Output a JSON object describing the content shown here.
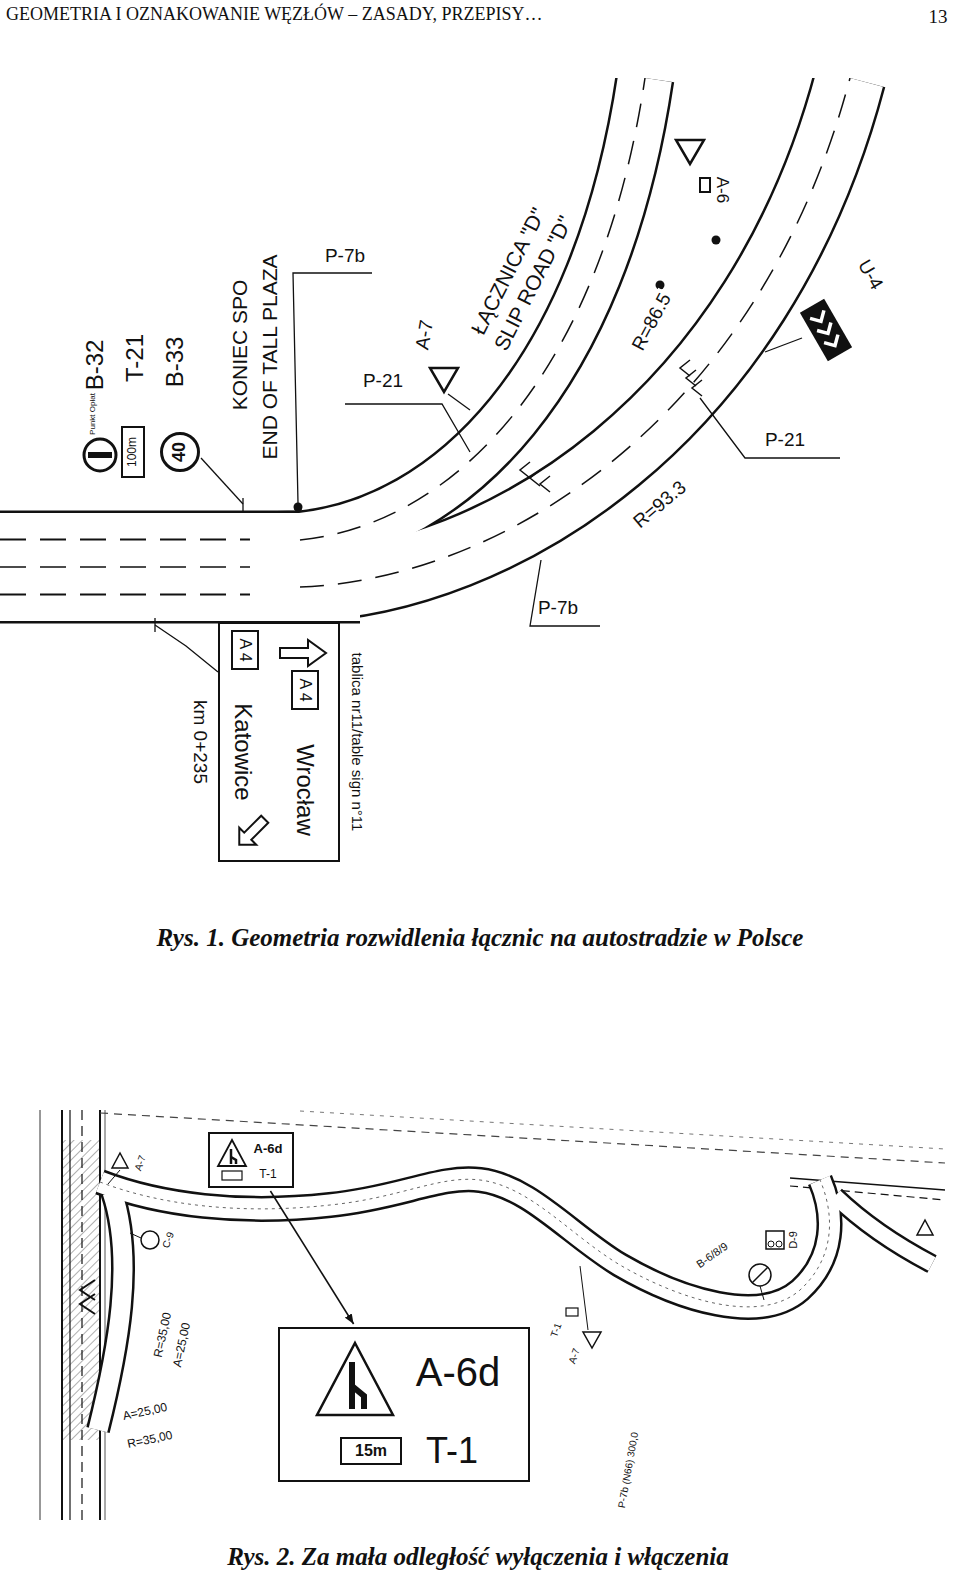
{
  "diagram": {
    "title": "GEOMETRIA I OZNAKOWANIE WĘZŁÓW – ZASADY, PRZEPISY…",
    "nodes": [
      {
        "text": [
          "100m"
        ]
      },
      {
        "text": [
          "40"
        ]
      },
      {
        "text": [
          "tablica nr11/table sign n°11",
          "Wrocław",
          "Katowice"
        ]
      },
      {
        "text": [
          "A 4"
        ],
        "in": 2
      },
      {
        "text": [
          "A 4"
        ],
        "in": 2
      },
      {
        "text": [
          "A-6d",
          "T-1"
        ]
      },
      {
        "text": [
          "A-6d",
          "T-1"
        ]
      },
      {
        "text": [
          "15m"
        ],
        "in": 6
      }
    ],
    "edges": [
      {
        "from": 5,
        "to": 6,
        "arrow": "to"
      }
    ],
    "labels": [
      "13",
      "Punkt Opłat",
      "B-32",
      "T-21",
      "B-33",
      "KONIEC SPO",
      "END OF TALL PLAZA",
      "P-7b",
      "P-21",
      "A-7",
      "ŁĄCZNICA \"D\"",
      "SLIP ROAD \"D\"",
      "R=86.5",
      "A-6",
      "U-4",
      "P-21",
      "R=93.3",
      "P-7b",
      "km 0+235",
      "Rys. 1. Geometria rozwidlenia łącznic na autostradzie w Polsce",
      "A-7",
      "C-9",
      "R=35,00",
      "A=25,00",
      "A=25,00",
      "R=35,00",
      "T-1",
      "A-7",
      "B-6/8/9",
      "D-9",
      "P-7b (N66) 300,0",
      "Rys. 2. Za mała odległość wyłączenia i włączenia"
    ]
  }
}
